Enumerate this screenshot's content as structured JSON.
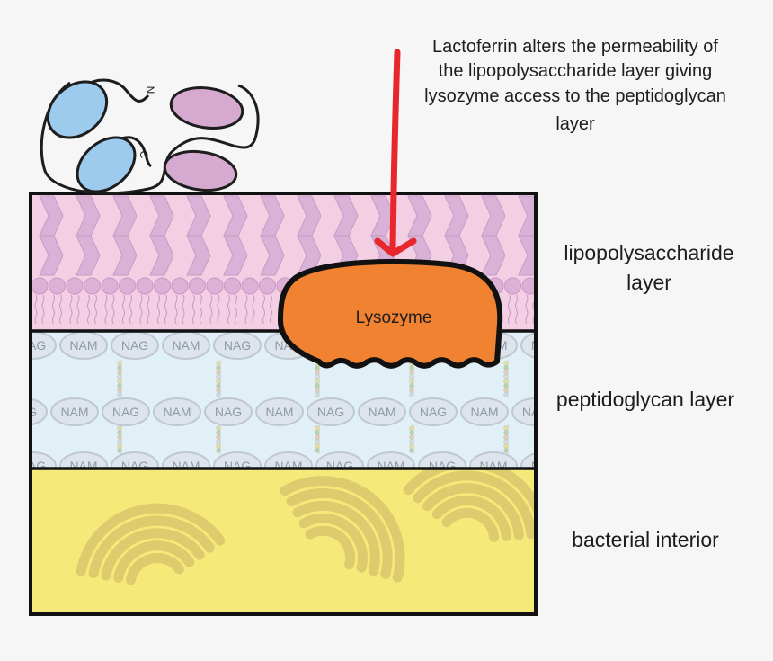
{
  "annotation": {
    "lines": [
      "Lactoferrin alters the permeability of",
      "the lipopolysaccharide layer giving",
      "lysozyme access to the peptidoglycan",
      "layer"
    ]
  },
  "lactoferrin": {
    "n_terminal": "N",
    "c_terminal": "C"
  },
  "enzyme": {
    "label": "Lysozyme"
  },
  "layers": {
    "lps": [
      "lipopolysaccharide",
      "layer"
    ],
    "peptidoglycan": "peptidoglycan layer",
    "interior": "bacterial interior"
  },
  "sugars": {
    "nag": "NAG",
    "nam": "NAM"
  },
  "colors": {
    "lps_bg": "#f3cfe3",
    "lps_sugar": "#d9b2d7",
    "pg_bg": "#e0f0f6",
    "interior_bg": "#f5e97a",
    "ribosome": "#ddcb6e",
    "lysozyme": "#f08231",
    "arrow": "#e8262b",
    "lobe_blue": "#9ccbee",
    "lobe_purple": "#d5a9d0"
  }
}
